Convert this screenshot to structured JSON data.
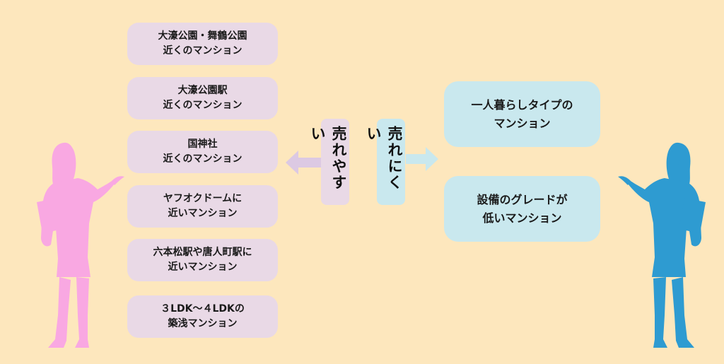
{
  "left_items": [
    {
      "line1": "大濠公園・舞鶴公園",
      "line2": "近くのマンション"
    },
    {
      "line1": "大濠公園駅",
      "line2": "近くのマンション"
    },
    {
      "line1": "国神社",
      "line2": "近くのマンション"
    },
    {
      "line1": "ヤフオクドームに",
      "line2": "近いマンション"
    },
    {
      "line1": "六本松駅や唐人町駅に",
      "line2": "近いマンション"
    },
    {
      "line1": "３LDK〜４LDKの",
      "line2": "築浅マンション"
    }
  ],
  "center": {
    "easy_label": "売れやすい",
    "hard_label": "売れにくい"
  },
  "right_items": [
    {
      "line1": "一人暮らしタイプの",
      "line2": "マンション"
    },
    {
      "line1": "設備のグレードが",
      "line2": "低いマンション"
    }
  ],
  "colors": {
    "background": "#FDE7BD",
    "left_box": "#E9D9E6",
    "right_box": "#C9E8EE",
    "arrow_left": "#DCC9E3",
    "arrow_right": "#C9E8EE",
    "figure_left": "#F9A8E2",
    "figure_right": "#2E9BD1"
  },
  "icons": [
    "businesswoman-silhouette-icon",
    "arrow-left-icon",
    "arrow-right-icon"
  ]
}
